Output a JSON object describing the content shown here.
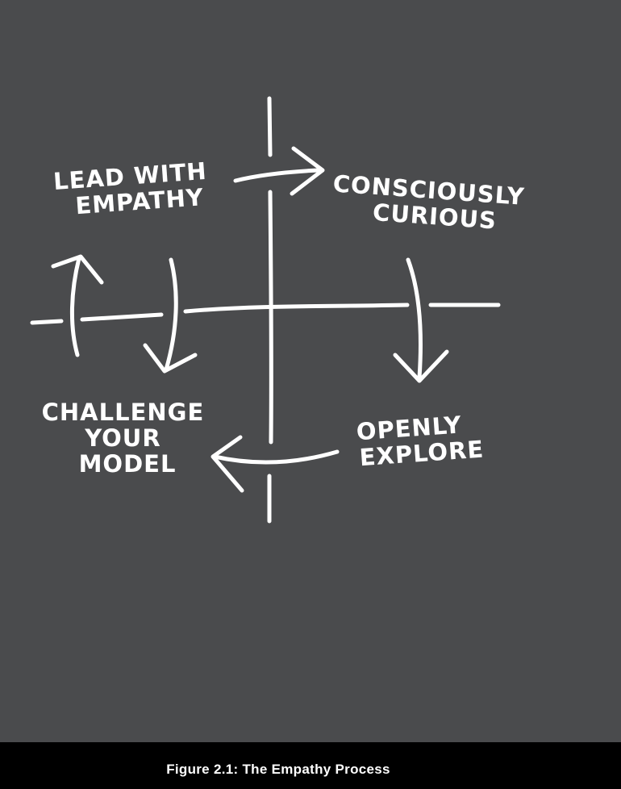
{
  "colors": {
    "panel": "#4a4b4d",
    "page": "#000000",
    "ink": "#ffffff"
  },
  "quadrants": {
    "top_left": [
      "LEAD WITH",
      "EMPATHY"
    ],
    "top_right": [
      "CONSCIOUSLY",
      "CURIOUS"
    ],
    "bottom_right": [
      "OPENLY",
      "EXPLORE"
    ],
    "bottom_left": [
      "CHALLENGE",
      "YOUR",
      "MODEL"
    ]
  },
  "caption": "Figure 2.1: The Empathy Process"
}
